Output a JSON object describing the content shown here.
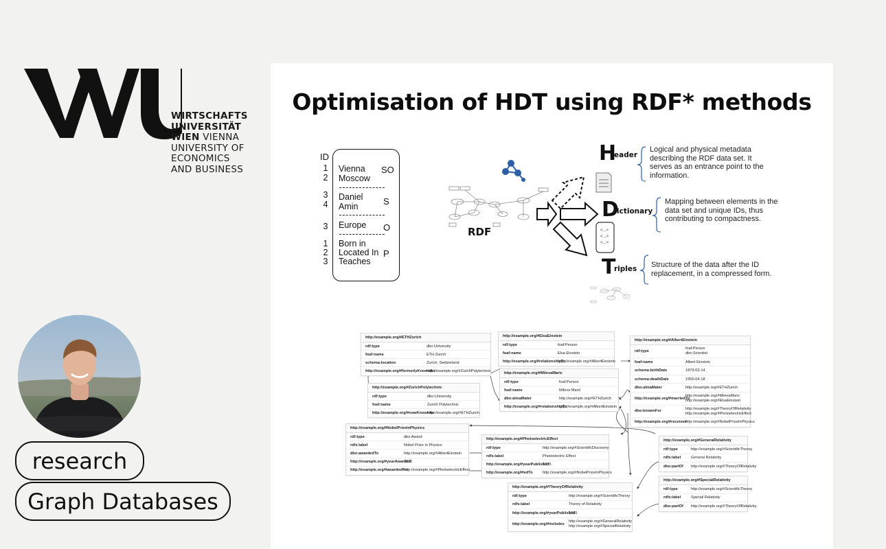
{
  "logo": {
    "lines": [
      "WIRTSCHAFTS",
      "UNIVERSITÄT",
      "WIEN",
      "VIENNA",
      "UNIVERSITY OF",
      "ECONOMICS",
      "AND BUSINESS"
    ]
  },
  "tags": [
    "research",
    "Graph Databases"
  ],
  "card": {
    "title": "Optimisation of HDT using RDF* methods"
  },
  "dictionary": {
    "id_label": "ID",
    "groups": [
      {
        "nums": [
          "1",
          "2"
        ],
        "terms": [
          "Vienna",
          "Moscow"
        ],
        "label": "SO"
      },
      {
        "nums": [
          "3",
          "4"
        ],
        "terms": [
          "Daniel",
          "Amin"
        ],
        "label": "S"
      },
      {
        "nums": [
          "3"
        ],
        "terms": [
          "Europe"
        ],
        "label": "O"
      },
      {
        "nums": [
          "1",
          "2",
          "3"
        ],
        "terms": [
          "Born in",
          "Located In",
          "Teaches"
        ],
        "label": "P"
      }
    ]
  },
  "hdt": {
    "rdf": "RDF",
    "header": {
      "letter": "H",
      "word": "eader",
      "desc": [
        "Logical and physical metadata",
        "describing the RDF data set. It",
        "serves as an entrance point to the",
        "information."
      ]
    },
    "dictionary": {
      "letter": "D",
      "word": "ictionary",
      "desc": [
        "Mapping between elements in the",
        "data set and unique IDs, thus",
        "contributing to compactness."
      ]
    },
    "triples": {
      "letter": "T",
      "word": "riples",
      "desc": [
        "Structure of the data after the ID",
        "replacement, in a compressed form."
      ]
    }
  },
  "tables": [
    {
      "id": "eth",
      "title": "http://example.org/#ETHZurich",
      "rows": [
        [
          "rdf:type",
          "dbo:University"
        ],
        [
          "foaf:name",
          "ETH Zurich"
        ],
        [
          "schema:location",
          "Zurich, Switzerland"
        ],
        [
          "http://example.org/#formerlyKnownAs",
          "http://example.org/#ZurichPolytechnic"
        ]
      ]
    },
    {
      "id": "elsa",
      "title": "http://example.org/#ElsaEinstein",
      "rows": [
        [
          "rdf:type",
          "foaf:Person"
        ],
        [
          "foaf:name",
          "Elsa Einstein"
        ],
        [
          "http://example.org/#relationshipTo",
          "http://example.org/#AlbertEinstein"
        ]
      ]
    },
    {
      "id": "albert",
      "title": "http://example.org/#AlbertEinstein",
      "rows": [
        [
          "rdf:type",
          "foaf:Person\ndbo:Scientist"
        ],
        [
          "foaf:name",
          "Albert Einstein"
        ],
        [
          "schema:birthDate",
          "1879-03-14"
        ],
        [
          "schema:deathDate",
          "1955-04-18"
        ],
        [
          "dbo:almaMater",
          "http://example.org/#ETHZurich"
        ],
        [
          "http://example.org/#marriedTo",
          "http://example.org/#MilevaMaric\nhttp://example.org/#ElsaEinstein"
        ],
        [
          "dbo:knownFor",
          "http://example.org/#TheoryOfRelativity\nhttp://example.org/#PhotoelectricEffect"
        ],
        [
          "http://example.org/#received",
          "http://example.org/#NobelPrizeInPhysics"
        ]
      ]
    },
    {
      "id": "mileva",
      "title": "http://example.org/#MilevaMaric",
      "rows": [
        [
          "rdf:type",
          "foaf:Person"
        ],
        [
          "foaf:name",
          "Mileva Marić"
        ],
        [
          "dbo:almaMater",
          "http://example.org/#ETHZurich"
        ],
        [
          "http://example.org/#relationshipTo",
          "http://example.org/#AlbertEinstein"
        ]
      ]
    },
    {
      "id": "zurichpoly",
      "title": "http://example.org/#ZurichPolytechnic",
      "rows": [
        [
          "rdf:type",
          "dbo:University"
        ],
        [
          "foaf:name",
          "Zurich Polytechnic"
        ],
        [
          "http://example.org/#nowKnownAs",
          "http://example.org/#ETHZurich"
        ]
      ]
    },
    {
      "id": "nobel",
      "title": "http://example.org/#NobelPrizeInPhysics",
      "rows": [
        [
          "rdf:type",
          "dbo:Award"
        ],
        [
          "rdfs:label",
          "Nobel Prize in Physics"
        ],
        [
          "dbo:awardedTo",
          "http://example.org/#AlbertEinstein"
        ],
        [
          "http://example.org/#yearAwarded",
          "1921"
        ],
        [
          "http://example.org/#awardedFor",
          "http://example.org/#PhotoelectricEffect"
        ]
      ]
    },
    {
      "id": "photo",
      "title": "http://example.org/#PhotoelectricEffect",
      "rows": [
        [
          "rdf:type",
          "http://example.org/#ScientificDiscovery"
        ],
        [
          "rdfs:label",
          "Photoelectric Effect"
        ],
        [
          "http://example.org/#yearPublished",
          "1905"
        ],
        [
          "http://example.org/#ledTo",
          "http://example.org/#NobelPrizeInPhysics"
        ]
      ]
    },
    {
      "id": "general",
      "title": "http://example.org/#GeneralRelativity",
      "rows": [
        [
          "rdf:type",
          "http://example.org/#ScientificTheory"
        ],
        [
          "rdfs:label",
          "General Relativity"
        ],
        [
          "dbo:partOf",
          "http://example.org/#TheoryOfRelativity"
        ]
      ]
    },
    {
      "id": "special",
      "title": "http://example.org/#SpecialRelativity",
      "rows": [
        [
          "rdf:type",
          "http://example.org/#ScientificTheory"
        ],
        [
          "rdfs:label",
          "Special Relativity"
        ],
        [
          "dbo:partOf",
          "http://example.org/#TheoryOfRelativity"
        ]
      ]
    },
    {
      "id": "theory",
      "title": "http://example.org/#TheoryOfRelativity",
      "rows": [
        [
          "rdf:type",
          "http://example.org/#ScientificTheory"
        ],
        [
          "rdfs:label",
          "Theory of Relativity"
        ],
        [
          "http://example.org/#yearPublished",
          "1915"
        ],
        [
          "http://example.org/#includes",
          "http://example.org/#GeneralRelativity\nhttp://example.org/#SpecialRelativity"
        ]
      ]
    }
  ]
}
